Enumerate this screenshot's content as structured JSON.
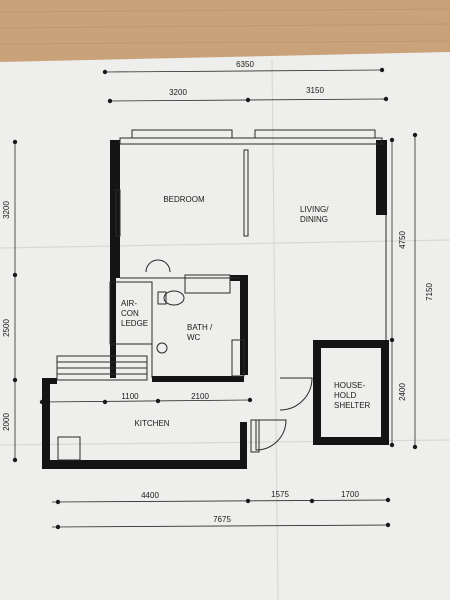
{
  "plan": {
    "dimensions": {
      "top_total": "6350",
      "top_left": "3200",
      "top_right": "3150",
      "left_upper": "3200",
      "left_middle": "2500",
      "left_lower": "2000",
      "right_upper": "4750",
      "right_lower": "2400",
      "right_total": "7150",
      "kitchen_left": "1100",
      "kitchen_right": "2100",
      "bottom_left": "4400",
      "bottom_middle": "1575",
      "bottom_right": "1700",
      "bottom_total": "7675"
    },
    "rooms": {
      "bedroom": "BEDROOM",
      "living_line1": "LIVING/",
      "living_line2": "DINING",
      "aircon_line1": "AIR-",
      "aircon_line2": "CON",
      "aircon_line3": "LEDGE",
      "bath_line1": "BATH /",
      "bath_line2": "WC",
      "kitchen": "KITCHEN",
      "shelter_line1": "HOUSE-",
      "shelter_line2": "HOLD",
      "shelter_line3": "SHELTER"
    }
  },
  "colors": {
    "wood": "#c9a27a",
    "paper": "#eeeeec",
    "wall": "#141414",
    "line": "#2a2a2a"
  }
}
